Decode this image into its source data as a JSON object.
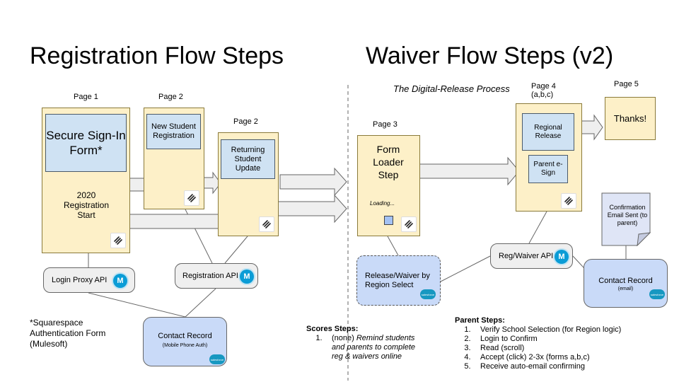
{
  "titles": {
    "registration": "Registration Flow Steps",
    "waiver": "Waiver Flow Steps (v2)",
    "digital_release": "The Digital-Release Process"
  },
  "registration": {
    "page1": {
      "label": "Page 1",
      "signin": "Secure Sign-In Form*",
      "start": "2020 Registration Start"
    },
    "page2_new": {
      "label": "Page 2",
      "text": "New Student Registration"
    },
    "page2_return": {
      "label": "Page 2",
      "text": "Returning Student Update"
    },
    "login_api": "Login Proxy API",
    "registration_api": "Registration API",
    "contact": {
      "title": "Contact Record",
      "sub": "(Mobile Phone Auth)"
    },
    "footnote": "*Squarespace Authentication Form (Mulesoft)"
  },
  "waiver": {
    "page3": {
      "label": "Page 3",
      "text": "Form Loader Step",
      "loading": "Loading..."
    },
    "page4": {
      "label": "Page 4",
      "sub": "(a,b,c)",
      "regional": "Regional Release",
      "esign": "Parent e-Sign"
    },
    "page5": {
      "label": "Page 5",
      "text": "Thanks!"
    },
    "confirmation": "Confirmation Email Sent (to parent)",
    "release_box": "Release/Waiver by Region Select",
    "reg_waiver_api": "Reg/Waiver API",
    "contact": {
      "title": "Contact Record",
      "sub": "(email)"
    }
  },
  "scores": {
    "heading": "Scores Steps:",
    "item_num": "1.",
    "item_prefix": "(none)",
    "item_text": "Remind students and parents to complete reg & waivers online"
  },
  "parent_steps": {
    "heading": "Parent Steps:",
    "items": [
      {
        "num": "1.",
        "text": "Verify School Selection (for Region logic)"
      },
      {
        "num": "2.",
        "text": "Login to Confirm"
      },
      {
        "num": "3.",
        "text": "Read (scroll)"
      },
      {
        "num": "4.",
        "text": "Accept (click) 2-3x (forms a,b,c)"
      },
      {
        "num": "5.",
        "text": "Receive auto-email confirming"
      }
    ]
  },
  "icons": {
    "squarespace": "squarespace-logo-icon",
    "mulesoft": "mulesoft-logo-icon",
    "mulesoft_letter": "M",
    "salesforce": "salesforce-logo-icon",
    "salesforce_text": "salesforce"
  },
  "colors": {
    "page_fill": "#fdf0c8",
    "form_fill": "#cfe2f3",
    "contact_fill": "#c9daf8",
    "api_fill": "#efefef",
    "arrow_fill": "#efefef",
    "mulesoft": "#0a9cd6",
    "salesforce": "#1798c1"
  }
}
